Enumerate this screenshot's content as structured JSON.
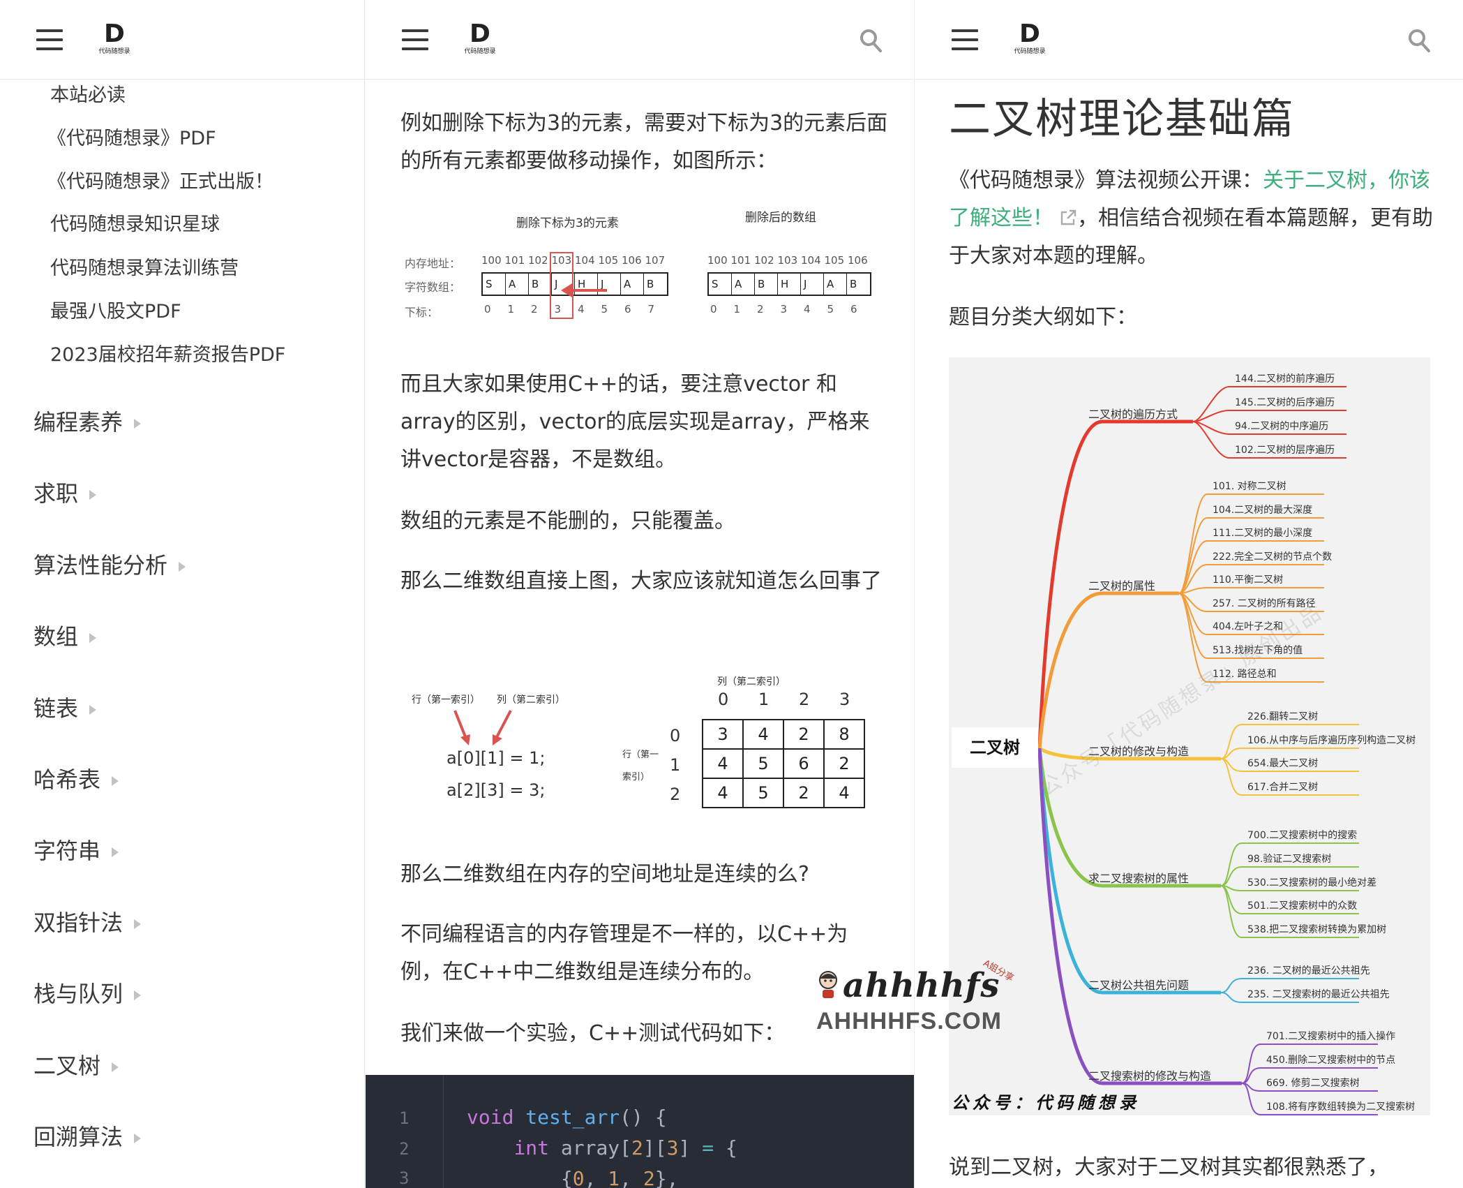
{
  "logo_text": "代码随想录",
  "left_nav": {
    "sub_items": [
      "本站必读",
      "《代码随想录》PDF",
      "《代码随想录》正式出版！",
      "代码随想录知识星球",
      "代码随想录算法训练营",
      "最强八股文PDF",
      "2023届校招年薪资报告PDF"
    ],
    "sections": [
      "编程素养",
      "求职",
      "算法性能分析",
      "数组",
      "链表",
      "哈希表",
      "字符串",
      "双指针法",
      "栈与队列",
      "二叉树",
      "回溯算法"
    ]
  },
  "middle": {
    "p1": "例如删除下标为3的元素，需要对下标为3的元素后面的所有元素都要做移动操作，如图所示：",
    "fig1": {
      "title_left": "删除下标为3的元素",
      "title_right": "删除后的数组",
      "row_labels": [
        "内存地址：",
        "字符数组：",
        "下标："
      ],
      "addr_left": [
        "100",
        "101",
        "102",
        "103",
        "104",
        "105",
        "106",
        "107"
      ],
      "chars_left": [
        "S",
        "A",
        "B",
        "J",
        "H",
        "J",
        "A",
        "B"
      ],
      "idx_left": [
        "0",
        "1",
        "2",
        "3",
        "4",
        "5",
        "6",
        "7"
      ],
      "addr_right": [
        "100",
        "101",
        "102",
        "103",
        "104",
        "105",
        "106"
      ],
      "chars_right": [
        "S",
        "A",
        "B",
        "H",
        "J",
        "A",
        "B"
      ],
      "idx_right": [
        "0",
        "1",
        "2",
        "3",
        "4",
        "5",
        "6"
      ]
    },
    "p2": "而且大家如果使用C++的话，要注意vector 和 array的区别，vector的底层实现是array，严格来讲vector是容器，不是数组。",
    "p3": "数组的元素是不能删的，只能覆盖。",
    "p4": "那么二维数组直接上图，大家应该就知道怎么回事了",
    "fig2": {
      "row_label": "行（第一索引）",
      "col_label": "列（第二索引）",
      "expr1": "a[0][1] = 1;",
      "expr2": "a[2][3] = 3;",
      "grid_col_label": "列（第二索引）",
      "grid_row_label_1": "行（第一",
      "grid_row_label_2": "索引）",
      "col_heads": [
        "0",
        "1",
        "2",
        "3"
      ],
      "row_heads": [
        "0",
        "1",
        "2"
      ],
      "cells": [
        "3",
        "4",
        "2",
        "8",
        "4",
        "5",
        "6",
        "2",
        "4",
        "5",
        "2",
        "4"
      ]
    },
    "p5": "那么二维数组在内存的空间地址是连续的么?",
    "p6": "不同编程语言的内存管理是不一样的，以C++为例，在C++中二维数组是连续分布的。",
    "p7": "我们来做一个实验，C++测试代码如下：",
    "code_line_numbers": [
      "1",
      "2",
      "3"
    ]
  },
  "right": {
    "title": "二叉树理论基础篇",
    "intro_a": "《代码随想录》算法视频公开课：",
    "intro_link": "关于二叉树，你该了解这些！",
    "intro_b": "，相信结合视频在看本篇题解，更有助于大家对本题的理解。",
    "outline_label": "题目分类大纲如下：",
    "mindmap": {
      "root": "二叉树",
      "branches": [
        "二叉树的遍历方式",
        "二叉树的属性",
        "二叉树的修改与构造",
        "求二叉搜索树的属性",
        "二叉树公共祖先问题",
        "二叉搜索树的修改与构造"
      ],
      "leaves": [
        [
          "144.二叉树的前序遍历",
          "145.二叉树的后序遍历",
          "94.二叉树的中序遍历",
          "102.二叉树的层序遍历"
        ],
        [
          "101. 对称二叉树",
          "104.二叉树的最大深度",
          "111.二叉树的最小深度",
          "222.完全二叉树的节点个数",
          "110.平衡二叉树",
          "257. 二叉树的所有路径",
          "404.左叶子之和",
          "513.找树左下角的值",
          "112. 路径总和"
        ],
        [
          "226.翻转二叉树",
          "106.从中序与后序遍历序列构造二叉树",
          "654.最大二叉树",
          "617.合并二叉树"
        ],
        [
          "700.二叉搜索树中的搜索",
          "98.验证二叉搜索树",
          "530.二叉搜索树的最小绝对差",
          "501.二叉搜索树中的众数",
          "538.把二叉搜索树转换为累加树"
        ],
        [
          "236. 二叉树的最近公共祖先",
          "235. 二叉搜索树的最近公共祖先"
        ],
        [
          "701.二叉搜索树中的插入操作",
          "450.删除二叉搜索树中的节点",
          "669. 修剪二叉搜索树",
          "108.将有序数组转换为二叉搜索树"
        ]
      ],
      "footer": "公众号：代码随想录",
      "watermark": "公众号「代码随想录」原创出品"
    },
    "bottom_text": "说到二叉树，大家对于二叉树其实都很熟悉了，"
  },
  "watermark_site": {
    "brand": "ahhhhfs",
    "tag": "A姐分享",
    "domain": "AHHHHFS.COM"
  },
  "colors": {
    "link": "#3eaf7c",
    "code_bg": "#282c34",
    "highlight_red": "#d9534f"
  }
}
